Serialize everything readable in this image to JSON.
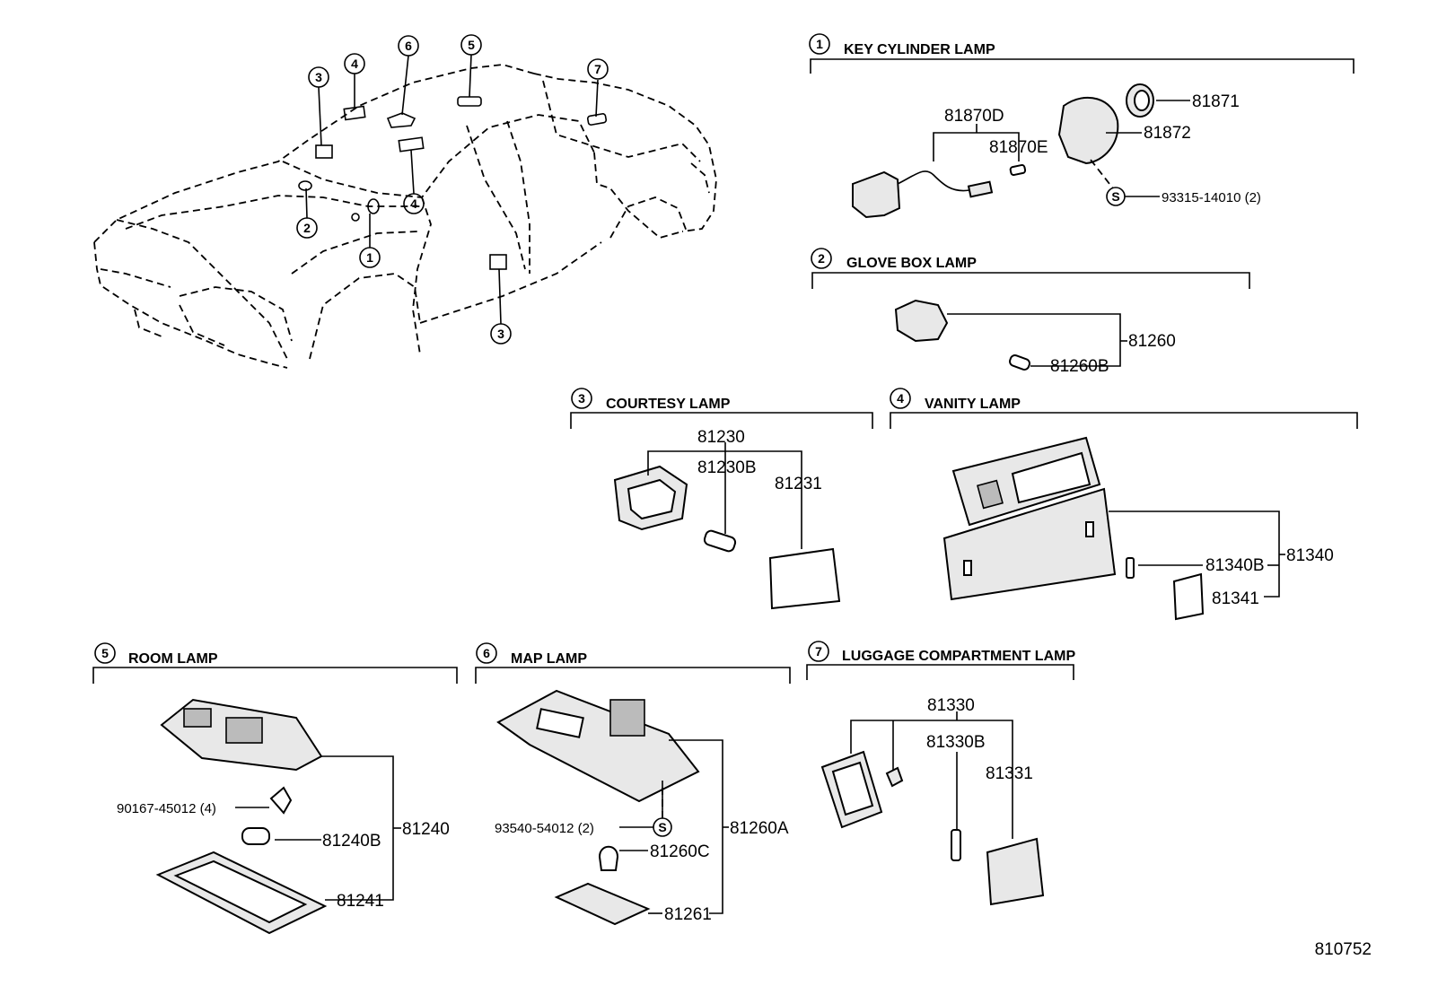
{
  "diagram_code": "810752",
  "callouts": [
    "1",
    "2",
    "3",
    "4",
    "5",
    "6",
    "7",
    "S"
  ],
  "sections": [
    {
      "num": "1",
      "title": "KEY CYLINDER LAMP",
      "parts": [
        "81870D",
        "81870E",
        "81871",
        "81872",
        "93315-14010 (2)"
      ]
    },
    {
      "num": "2",
      "title": "GLOVE BOX LAMP",
      "parts": [
        "81260",
        "81260B"
      ]
    },
    {
      "num": "3",
      "title": "COURTESY LAMP",
      "parts": [
        "81230",
        "81230B",
        "81231"
      ]
    },
    {
      "num": "4",
      "title": "VANITY LAMP",
      "parts": [
        "81340",
        "81340B",
        "81341"
      ]
    },
    {
      "num": "5",
      "title": "ROOM LAMP",
      "parts": [
        "90167-45012 (4)",
        "81240B",
        "81240",
        "81241"
      ]
    },
    {
      "num": "6",
      "title": "MAP LAMP",
      "parts": [
        "93540-54012 (2)",
        "81260C",
        "81260A",
        "81261"
      ]
    },
    {
      "num": "7",
      "title": "LUGGAGE COMPARTMENT LAMP",
      "parts": [
        "81330",
        "81330B",
        "81331"
      ]
    }
  ]
}
